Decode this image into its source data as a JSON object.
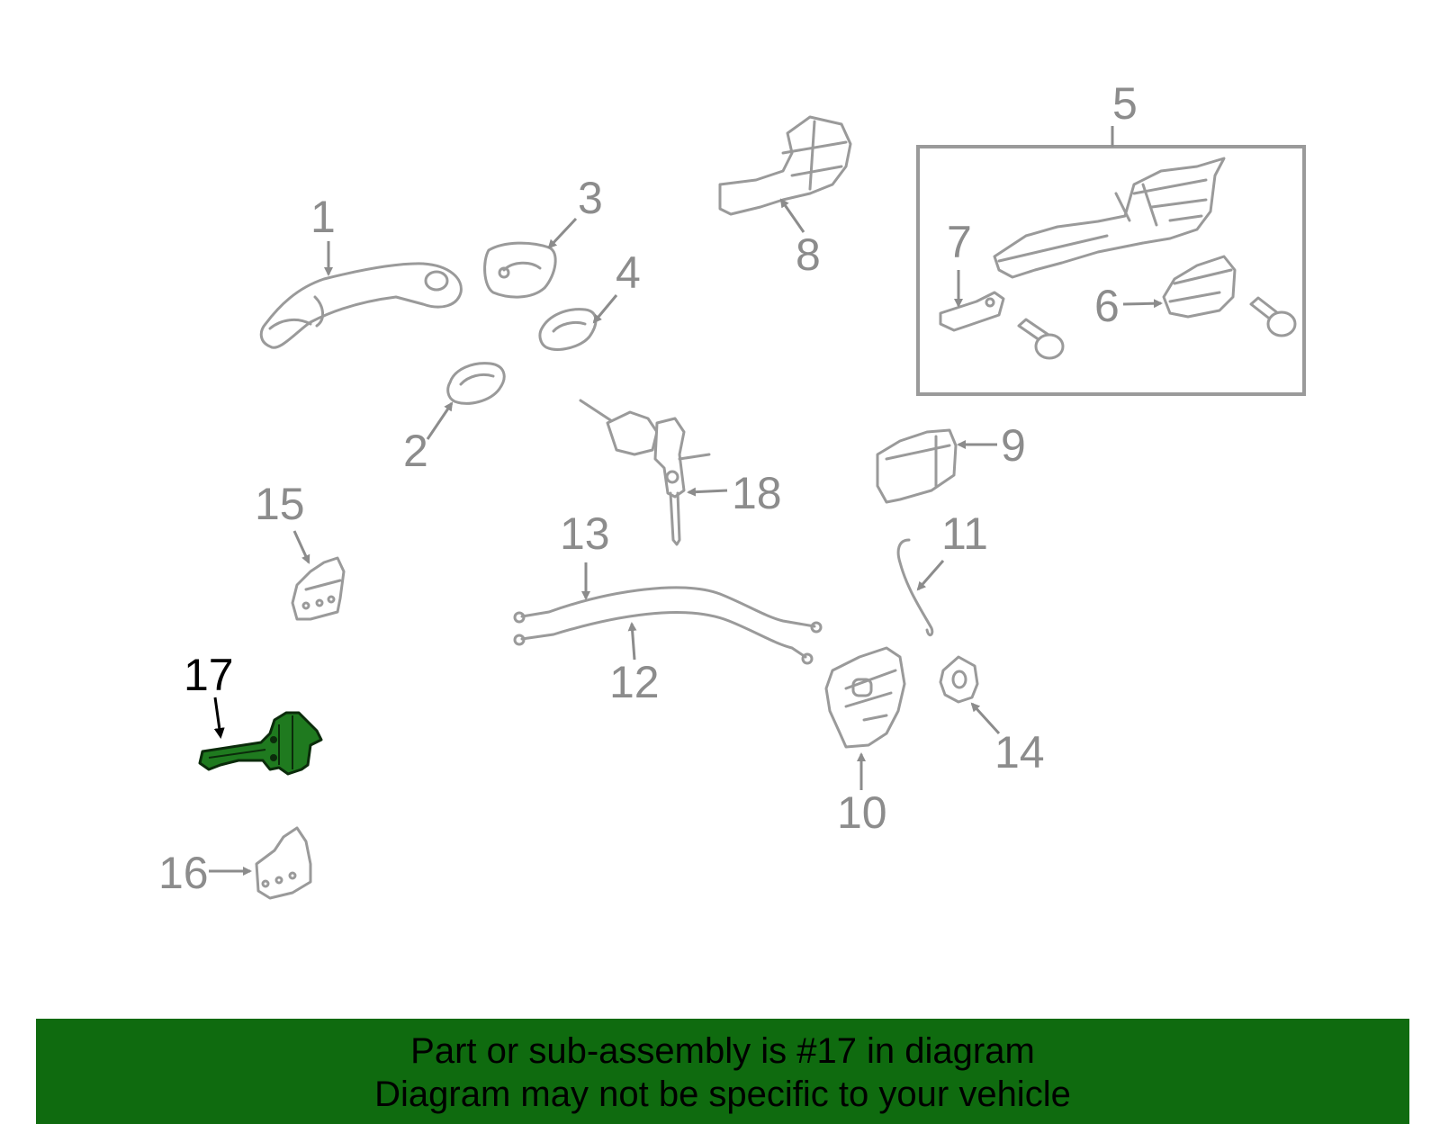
{
  "callouts": {
    "c1": "1",
    "c2": "2",
    "c3": "3",
    "c4": "4",
    "c5": "5",
    "c6": "6",
    "c7": "7",
    "c8": "8",
    "c9": "9",
    "c10": "10",
    "c11": "11",
    "c12": "12",
    "c13": "13",
    "c14": "14",
    "c15": "15",
    "c16": "16",
    "c17": "17",
    "c18": "18"
  },
  "highlighted_part": "17",
  "colors": {
    "highlight": "#1f7a1f",
    "banner": "#0f6b0f",
    "part_outline": "#9a9a9a"
  },
  "banner": {
    "line1": "Part or sub-assembly is #17 in diagram",
    "line2": "Diagram may not be specific to your vehicle"
  }
}
